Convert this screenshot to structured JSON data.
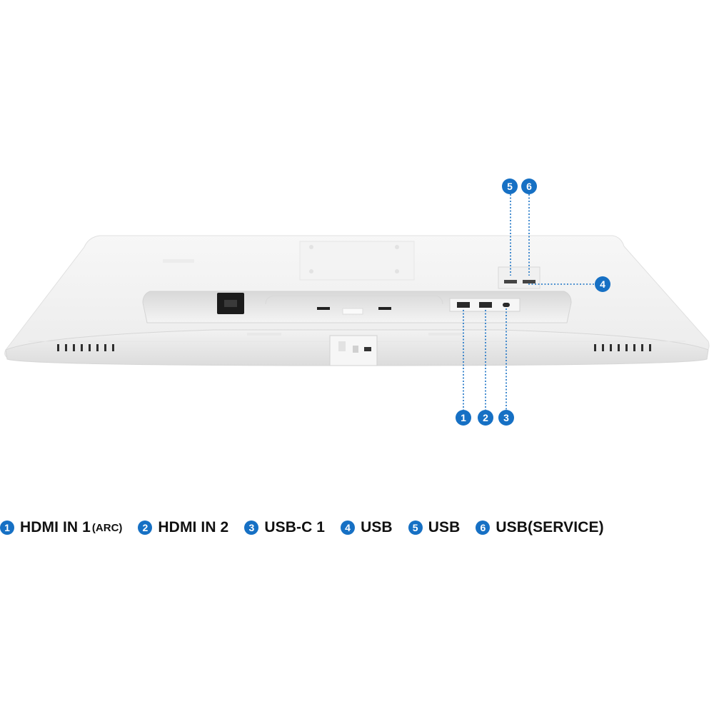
{
  "accent_color": "#1670c4",
  "ports": [
    {
      "number": "1",
      "label": "HDMI IN 1",
      "note": "(ARC)"
    },
    {
      "number": "2",
      "label": "HDMI IN 2",
      "note": ""
    },
    {
      "number": "3",
      "label": "USB-C 1",
      "note": ""
    },
    {
      "number": "4",
      "label": "USB",
      "note": ""
    },
    {
      "number": "5",
      "label": "USB",
      "note": ""
    },
    {
      "number": "6",
      "label": "USB(SERVICE)",
      "note": ""
    }
  ]
}
